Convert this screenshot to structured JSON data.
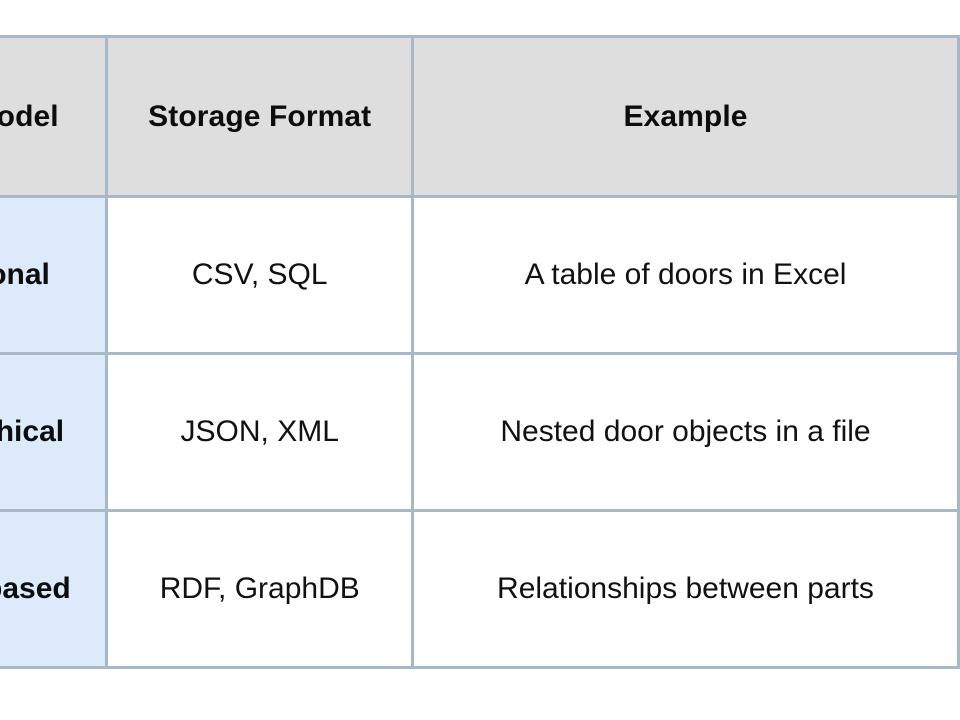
{
  "document": {
    "kind": "data-table",
    "background_color": "#ffffff",
    "note_visible_state": "table is panned; first column clipped at left edge, third column clipped at right edge"
  },
  "style": {
    "header_background": "#dedede",
    "first_column_background": "#dceafb",
    "cell_background": "#ffffff",
    "border_color": "#a9b8c6",
    "text_color": "#0d0d0d"
  },
  "table": {
    "columns": [
      {
        "key": "model",
        "label": "Data Model",
        "align": "center",
        "clipped": "left"
      },
      {
        "key": "format",
        "label": "Storage Format",
        "align": "center",
        "clipped": "none"
      },
      {
        "key": "example",
        "label": "Example",
        "align": "center",
        "clipped": "right"
      }
    ],
    "rows": [
      {
        "model": "Relational",
        "format": "CSV, SQL",
        "example": "A table of doors in Excel"
      },
      {
        "model": "Hierarchical",
        "format": "JSON, XML",
        "example": "Nested door objects in a file"
      },
      {
        "model": "Graph-based",
        "format": "RDF, GraphDB",
        "example": "Relationships between parts"
      }
    ]
  }
}
